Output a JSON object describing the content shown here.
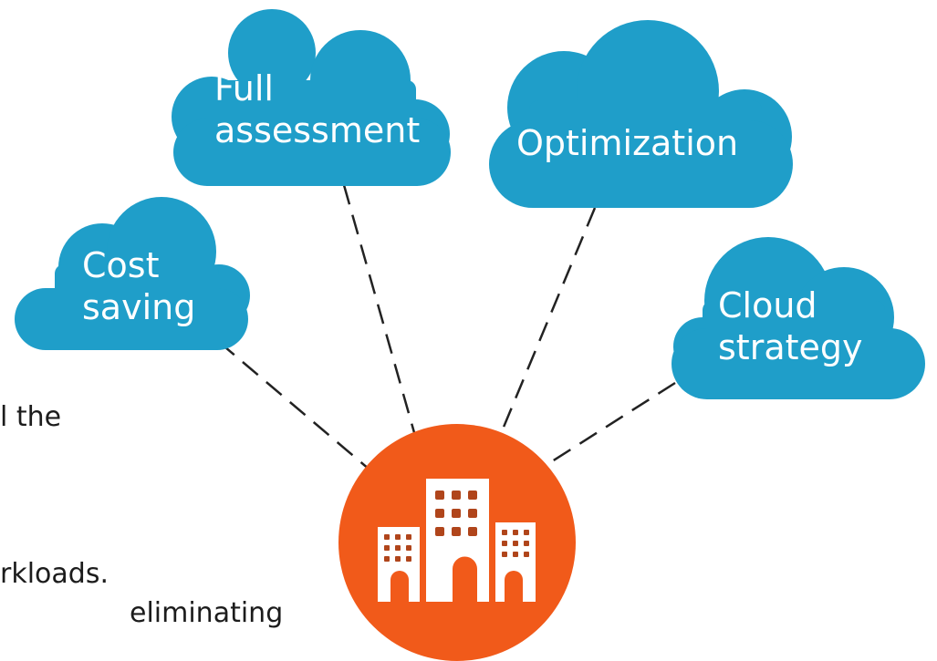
{
  "clouds": {
    "full_assessment": "Full\nassessment",
    "optimization": "Optimization",
    "cost_saving": "Cost\nsaving",
    "cloud_strategy": "Cloud\nstrategy"
  },
  "background_text": {
    "line1": "l the",
    "line2": "rkloads.",
    "line3": "eliminating"
  },
  "center": {
    "icon": "office-buildings-icon"
  },
  "colors": {
    "cloud": "#1f9ec9",
    "center_circle": "#f15a1a",
    "building": "#ffffff",
    "window": "#b0451b",
    "connector": "#222222"
  }
}
